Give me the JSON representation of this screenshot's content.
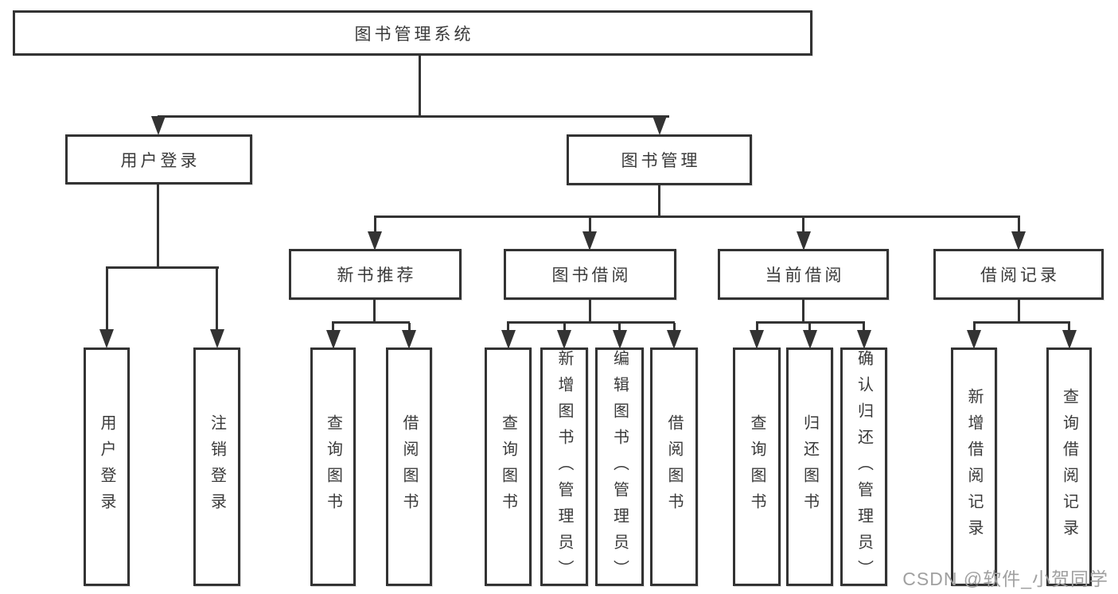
{
  "diagram_type": "org-tree",
  "tree": {
    "label": "图书管理系统",
    "children": [
      {
        "label": "用户登录",
        "children": [
          {
            "label": "用户登录"
          },
          {
            "label": "注销登录"
          }
        ]
      },
      {
        "label": "图书管理",
        "children": [
          {
            "label": "新书推荐",
            "children": [
              {
                "label": "查询图书"
              },
              {
                "label": "借阅图书"
              }
            ]
          },
          {
            "label": "图书借阅",
            "children": [
              {
                "label": "查询图书"
              },
              {
                "label": "新增图书（管理员）"
              },
              {
                "label": "编辑图书（管理员）"
              },
              {
                "label": "借阅图书"
              }
            ]
          },
          {
            "label": "当前借阅",
            "children": [
              {
                "label": "查询图书"
              },
              {
                "label": "归还图书"
              },
              {
                "label": "确认归还（管理员）"
              }
            ]
          },
          {
            "label": "借阅记录",
            "children": [
              {
                "label": "新增借阅记录"
              },
              {
                "label": "查询借阅记录"
              }
            ]
          }
        ]
      }
    ]
  },
  "watermark": {
    "text": "CSDN @软件_小贺同学"
  },
  "colors": {
    "line": "#333333",
    "text": "#3a3a3a",
    "watermark": "#a0a0a0",
    "background": "#ffffff"
  }
}
